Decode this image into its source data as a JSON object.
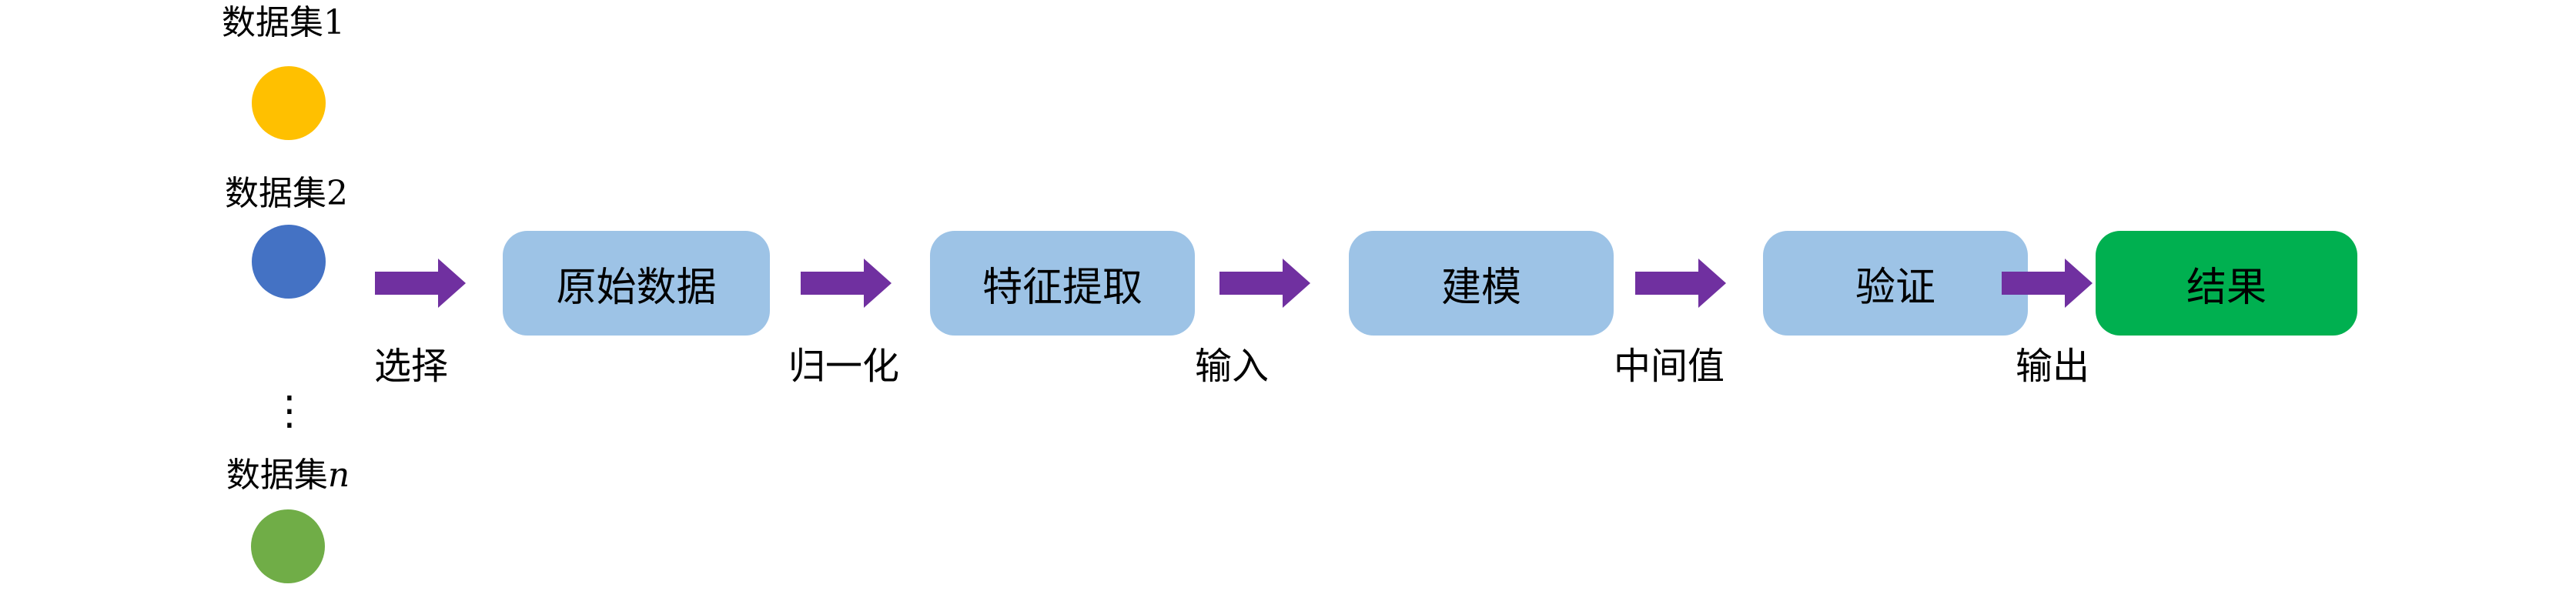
{
  "diagram": {
    "background_color": "#ffffff",
    "text_color": "#000000",
    "datasets": {
      "items": [
        {
          "prefix": "数据集",
          "suffix": "1",
          "circle_color": "#FFC000"
        },
        {
          "prefix": "数据集",
          "suffix": "2",
          "circle_color": "#4472C4"
        },
        {
          "prefix": "数据集",
          "suffix": "n",
          "circle_color": "#70AD47"
        }
      ],
      "ellipsis": "⋮"
    },
    "flow": {
      "arrow_color": "#7030A0",
      "node_fill": "#9DC3E6",
      "result_fill": "#00B050",
      "nodes": [
        {
          "label": "原始数据",
          "fill": "#9DC3E6"
        },
        {
          "label": "特征提取",
          "fill": "#9DC3E6"
        },
        {
          "label": "建模",
          "fill": "#9DC3E6"
        },
        {
          "label": "验证",
          "fill": "#9DC3E6"
        },
        {
          "label": "结果",
          "fill": "#00B050"
        }
      ],
      "arrows": [
        {
          "label": "选择"
        },
        {
          "label": "归一化"
        },
        {
          "label": "输入"
        },
        {
          "label": "中间值"
        },
        {
          "label": "输出"
        }
      ]
    }
  }
}
